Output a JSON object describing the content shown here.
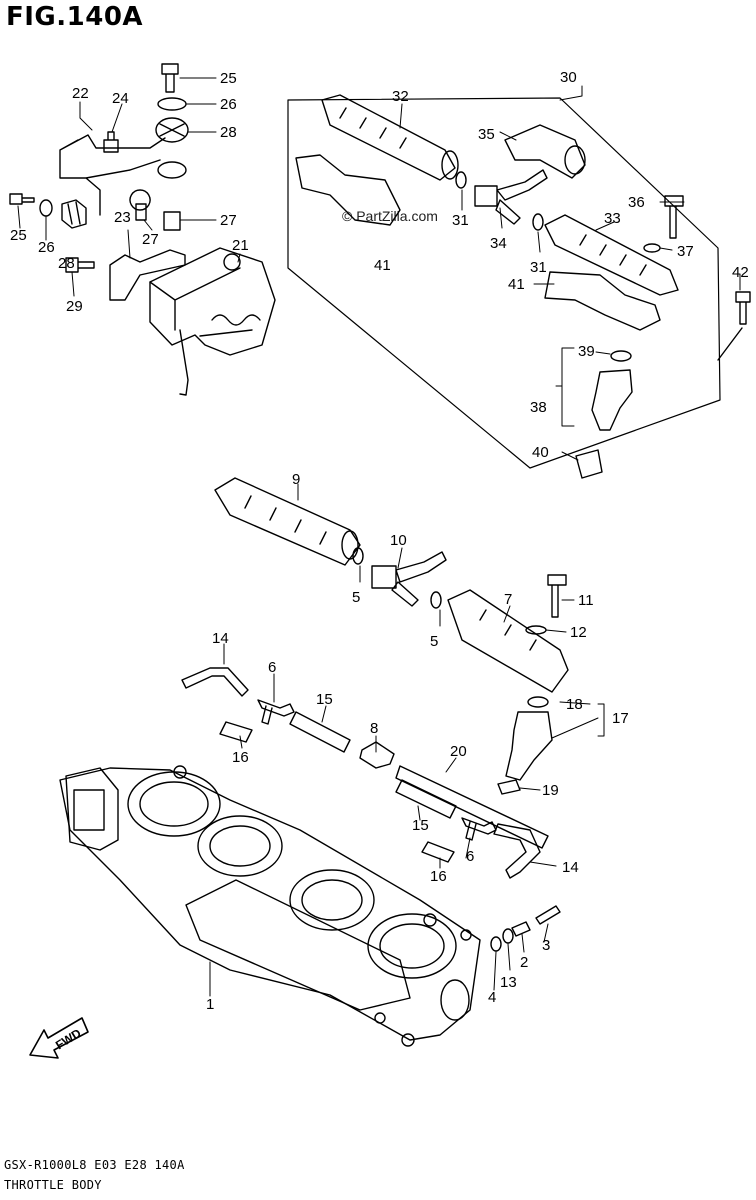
{
  "figure_title": "FIG.140A",
  "model_code": "GSX-R1000L8  E03  E28  140A",
  "section_name": "THROTTLE BODY",
  "watermark": "© PartZilla.com",
  "direction_marker": "FWD",
  "callouts": {
    "c1": "1",
    "c2": "2",
    "c3": "3",
    "c4": "4",
    "c5a": "5",
    "c5b": "5",
    "c6a": "6",
    "c6b": "6",
    "c7": "7",
    "c8": "8",
    "c9": "9",
    "c10": "10",
    "c11": "11",
    "c12": "12",
    "c13": "13",
    "c14a": "14",
    "c14b": "14",
    "c15a": "15",
    "c15b": "15",
    "c16a": "16",
    "c16b": "16",
    "c17": "17",
    "c18": "18",
    "c19": "19",
    "c20": "20",
    "c21": "21",
    "c22": "22",
    "c23": "23",
    "c24": "24",
    "c25a": "25",
    "c25b": "25",
    "c26a": "26",
    "c26b": "26",
    "c27a": "27",
    "c27b": "27",
    "c28a": "28",
    "c28b": "28",
    "c29": "29",
    "c30": "30",
    "c31a": "31",
    "c31b": "31",
    "c32": "32",
    "c33": "33",
    "c34": "34",
    "c35": "35",
    "c36": "36",
    "c37": "37",
    "c38": "38",
    "c39": "39",
    "c40": "40",
    "c41a": "41",
    "c41b": "41",
    "c42": "42"
  }
}
